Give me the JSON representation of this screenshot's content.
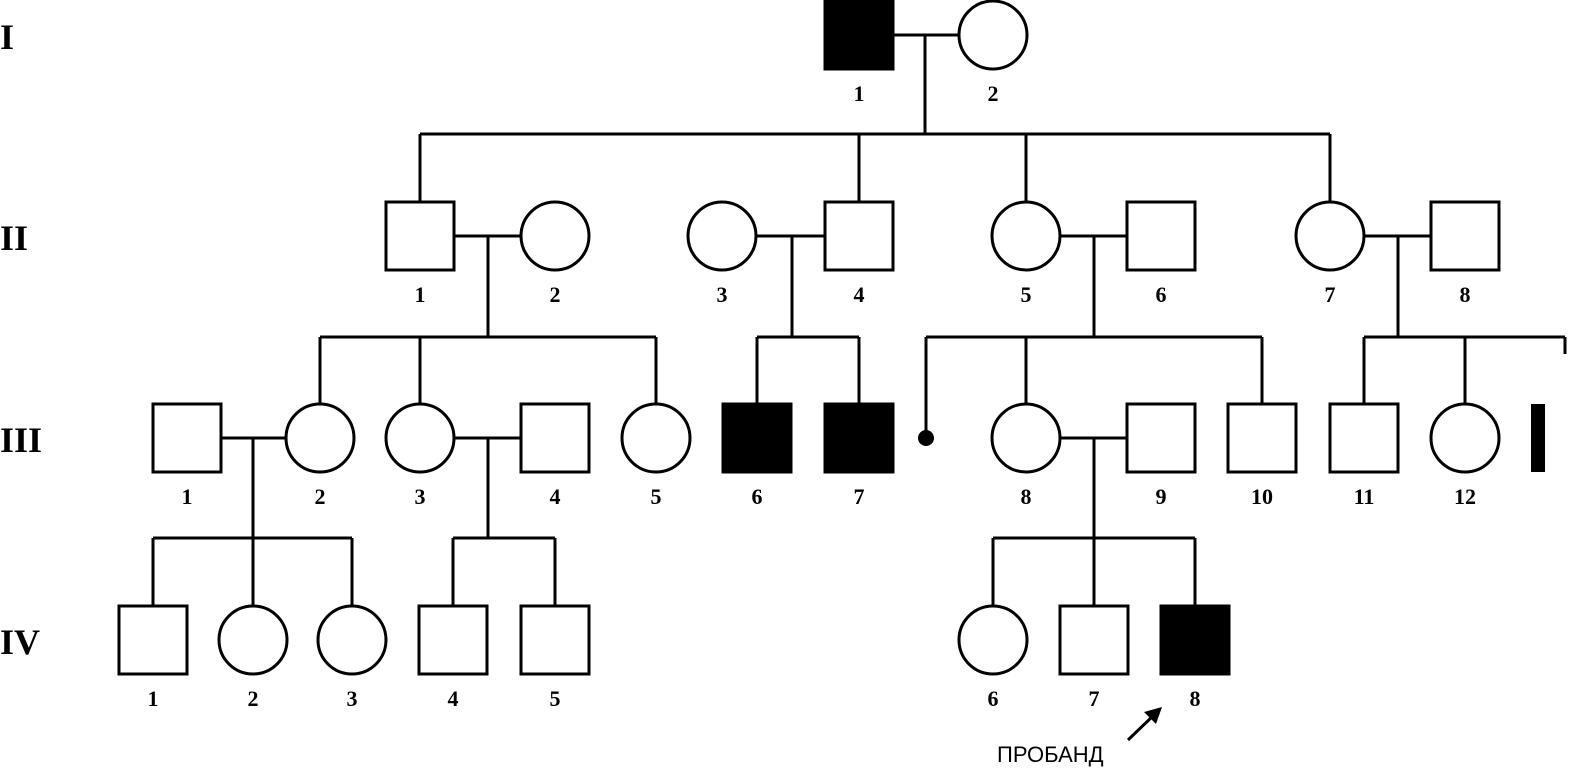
{
  "generations": [
    {
      "id": "I",
      "label": "I"
    },
    {
      "id": "II",
      "label": "II"
    },
    {
      "id": "III",
      "label": "III"
    },
    {
      "id": "IV",
      "label": "IV"
    }
  ],
  "individuals": [
    {
      "id": "I-1",
      "gen": "I",
      "num": "1",
      "sex": "male",
      "affected": true
    },
    {
      "id": "I-2",
      "gen": "I",
      "num": "2",
      "sex": "female",
      "affected": false
    },
    {
      "id": "II-1",
      "gen": "II",
      "num": "1",
      "sex": "male",
      "affected": false
    },
    {
      "id": "II-2",
      "gen": "II",
      "num": "2",
      "sex": "female",
      "affected": false
    },
    {
      "id": "II-3",
      "gen": "II",
      "num": "3",
      "sex": "female",
      "affected": false
    },
    {
      "id": "II-4",
      "gen": "II",
      "num": "4",
      "sex": "male",
      "affected": false
    },
    {
      "id": "II-5",
      "gen": "II",
      "num": "5",
      "sex": "female",
      "affected": false
    },
    {
      "id": "II-6",
      "gen": "II",
      "num": "6",
      "sex": "male",
      "affected": false
    },
    {
      "id": "II-7",
      "gen": "II",
      "num": "7",
      "sex": "female",
      "affected": false
    },
    {
      "id": "II-8",
      "gen": "II",
      "num": "8",
      "sex": "male",
      "affected": false
    },
    {
      "id": "III-1",
      "gen": "III",
      "num": "1",
      "sex": "male",
      "affected": false
    },
    {
      "id": "III-2",
      "gen": "III",
      "num": "2",
      "sex": "female",
      "affected": false
    },
    {
      "id": "III-3",
      "gen": "III",
      "num": "3",
      "sex": "female",
      "affected": false
    },
    {
      "id": "III-4",
      "gen": "III",
      "num": "4",
      "sex": "male",
      "affected": false
    },
    {
      "id": "III-5",
      "gen": "III",
      "num": "5",
      "sex": "female",
      "affected": false
    },
    {
      "id": "III-6",
      "gen": "III",
      "num": "6",
      "sex": "male",
      "affected": true
    },
    {
      "id": "III-7",
      "gen": "III",
      "num": "7",
      "sex": "male",
      "affected": true
    },
    {
      "id": "III-8",
      "gen": "III",
      "num": "8",
      "sex": "female",
      "affected": false
    },
    {
      "id": "III-9",
      "gen": "III",
      "num": "9",
      "sex": "male",
      "affected": false
    },
    {
      "id": "III-10",
      "gen": "III",
      "num": "10",
      "sex": "male",
      "affected": false
    },
    {
      "id": "III-11",
      "gen": "III",
      "num": "11",
      "sex": "male",
      "affected": false
    },
    {
      "id": "III-12",
      "gen": "III",
      "num": "12",
      "sex": "female",
      "affected": false
    },
    {
      "id": "IV-1",
      "gen": "IV",
      "num": "1",
      "sex": "male",
      "affected": false
    },
    {
      "id": "IV-2",
      "gen": "IV",
      "num": "2",
      "sex": "female",
      "affected": false
    },
    {
      "id": "IV-3",
      "gen": "IV",
      "num": "3",
      "sex": "female",
      "affected": false
    },
    {
      "id": "IV-4",
      "gen": "IV",
      "num": "4",
      "sex": "male",
      "affected": false
    },
    {
      "id": "IV-5",
      "gen": "IV",
      "num": "5",
      "sex": "male",
      "affected": false
    },
    {
      "id": "IV-6",
      "gen": "IV",
      "num": "6",
      "sex": "female",
      "affected": false
    },
    {
      "id": "IV-7",
      "gen": "IV",
      "num": "7",
      "sex": "male",
      "affected": false
    },
    {
      "id": "IV-8",
      "gen": "IV",
      "num": "8",
      "sex": "male",
      "affected": true,
      "proband": true
    }
  ],
  "proband": {
    "label": "ПРОБАНД",
    "individual": "IV-8"
  },
  "colors": {
    "affected": "#000000",
    "unaffected": "#ffffff",
    "line": "#000000"
  }
}
